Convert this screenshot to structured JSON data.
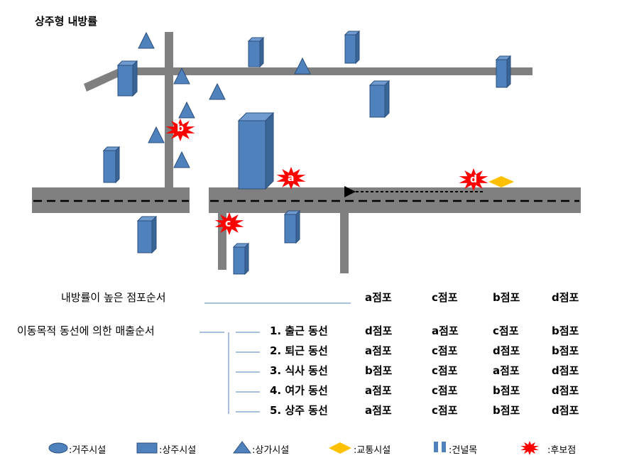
{
  "title": "상주형 내방률",
  "markers": {
    "a": "a",
    "b": "b",
    "c": "c",
    "d": "d"
  },
  "ranking": {
    "label": "내방률이 높은 점포순서",
    "stores": [
      "a점포",
      "c점포",
      "b점포",
      "d점포"
    ]
  },
  "sales": {
    "label": "이동목적 동선에 의한 매출순서",
    "rows": [
      {
        "name": "1. 출근 동선",
        "stores": [
          "d점포",
          "a점포",
          "c점포",
          "b점포"
        ]
      },
      {
        "name": "2. 퇴근 동선",
        "stores": [
          "a점포",
          "c점포",
          "d점포",
          "b점포"
        ]
      },
      {
        "name": "3. 식사 동선",
        "stores": [
          "b점포",
          "c점포",
          "a점포",
          "d점포"
        ]
      },
      {
        "name": "4. 여가 동선",
        "stores": [
          "a점포",
          "c점포",
          "b점포",
          "d점포"
        ]
      },
      {
        "name": "5. 상주 동선",
        "stores": [
          "a점포",
          "c점포",
          "b점포",
          "d점포"
        ]
      }
    ]
  },
  "legend": [
    {
      "icon": "ellipse-icon",
      "label": ":거주시설"
    },
    {
      "icon": "rectangle-icon",
      "label": ":상주시설"
    },
    {
      "icon": "triangle-icon",
      "label": ":상가시설"
    },
    {
      "icon": "diamond-icon",
      "label": ":교통시설"
    },
    {
      "icon": "crosswalk-icon",
      "label": ":건널목"
    },
    {
      "icon": "burst-icon",
      "label": ":후보점"
    }
  ],
  "colors": {
    "road": "#808080",
    "building": "#4f81bd",
    "building_side": "#3a6597",
    "building_edge": "#2c4f7c",
    "candidate": "#ff0000",
    "transit": "#ffc000",
    "divider_line": "#4f81bd"
  }
}
